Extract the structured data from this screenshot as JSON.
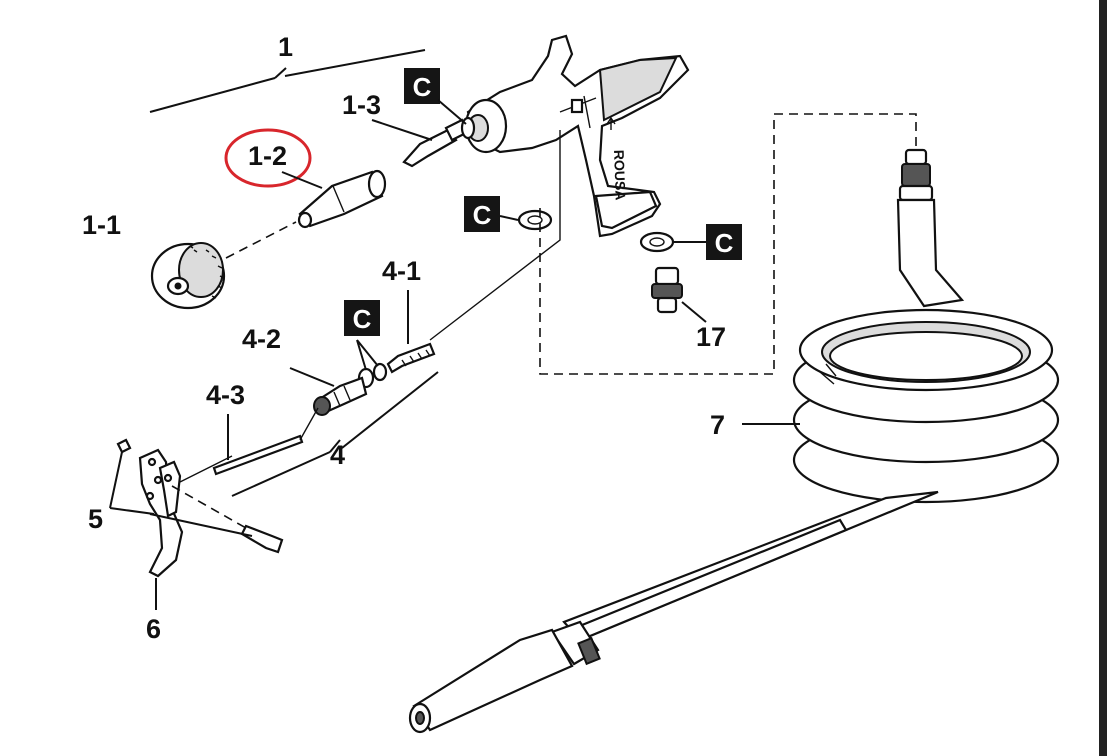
{
  "labels": {
    "l_1": "1",
    "l_1_1": "1-1",
    "l_1_2": "1-2",
    "l_1_3": "1-3",
    "l_4": "4",
    "l_4_1": "4-1",
    "l_4_2": "4-2",
    "l_4_3": "4-3",
    "l_5": "5",
    "l_6": "6",
    "l_7": "7",
    "l_17": "17"
  },
  "badges": {
    "b1": "C",
    "b2": "C",
    "b3": "C",
    "b4": "C"
  },
  "gun_brand": "ROUSA",
  "highlight_color": "#d8262c"
}
